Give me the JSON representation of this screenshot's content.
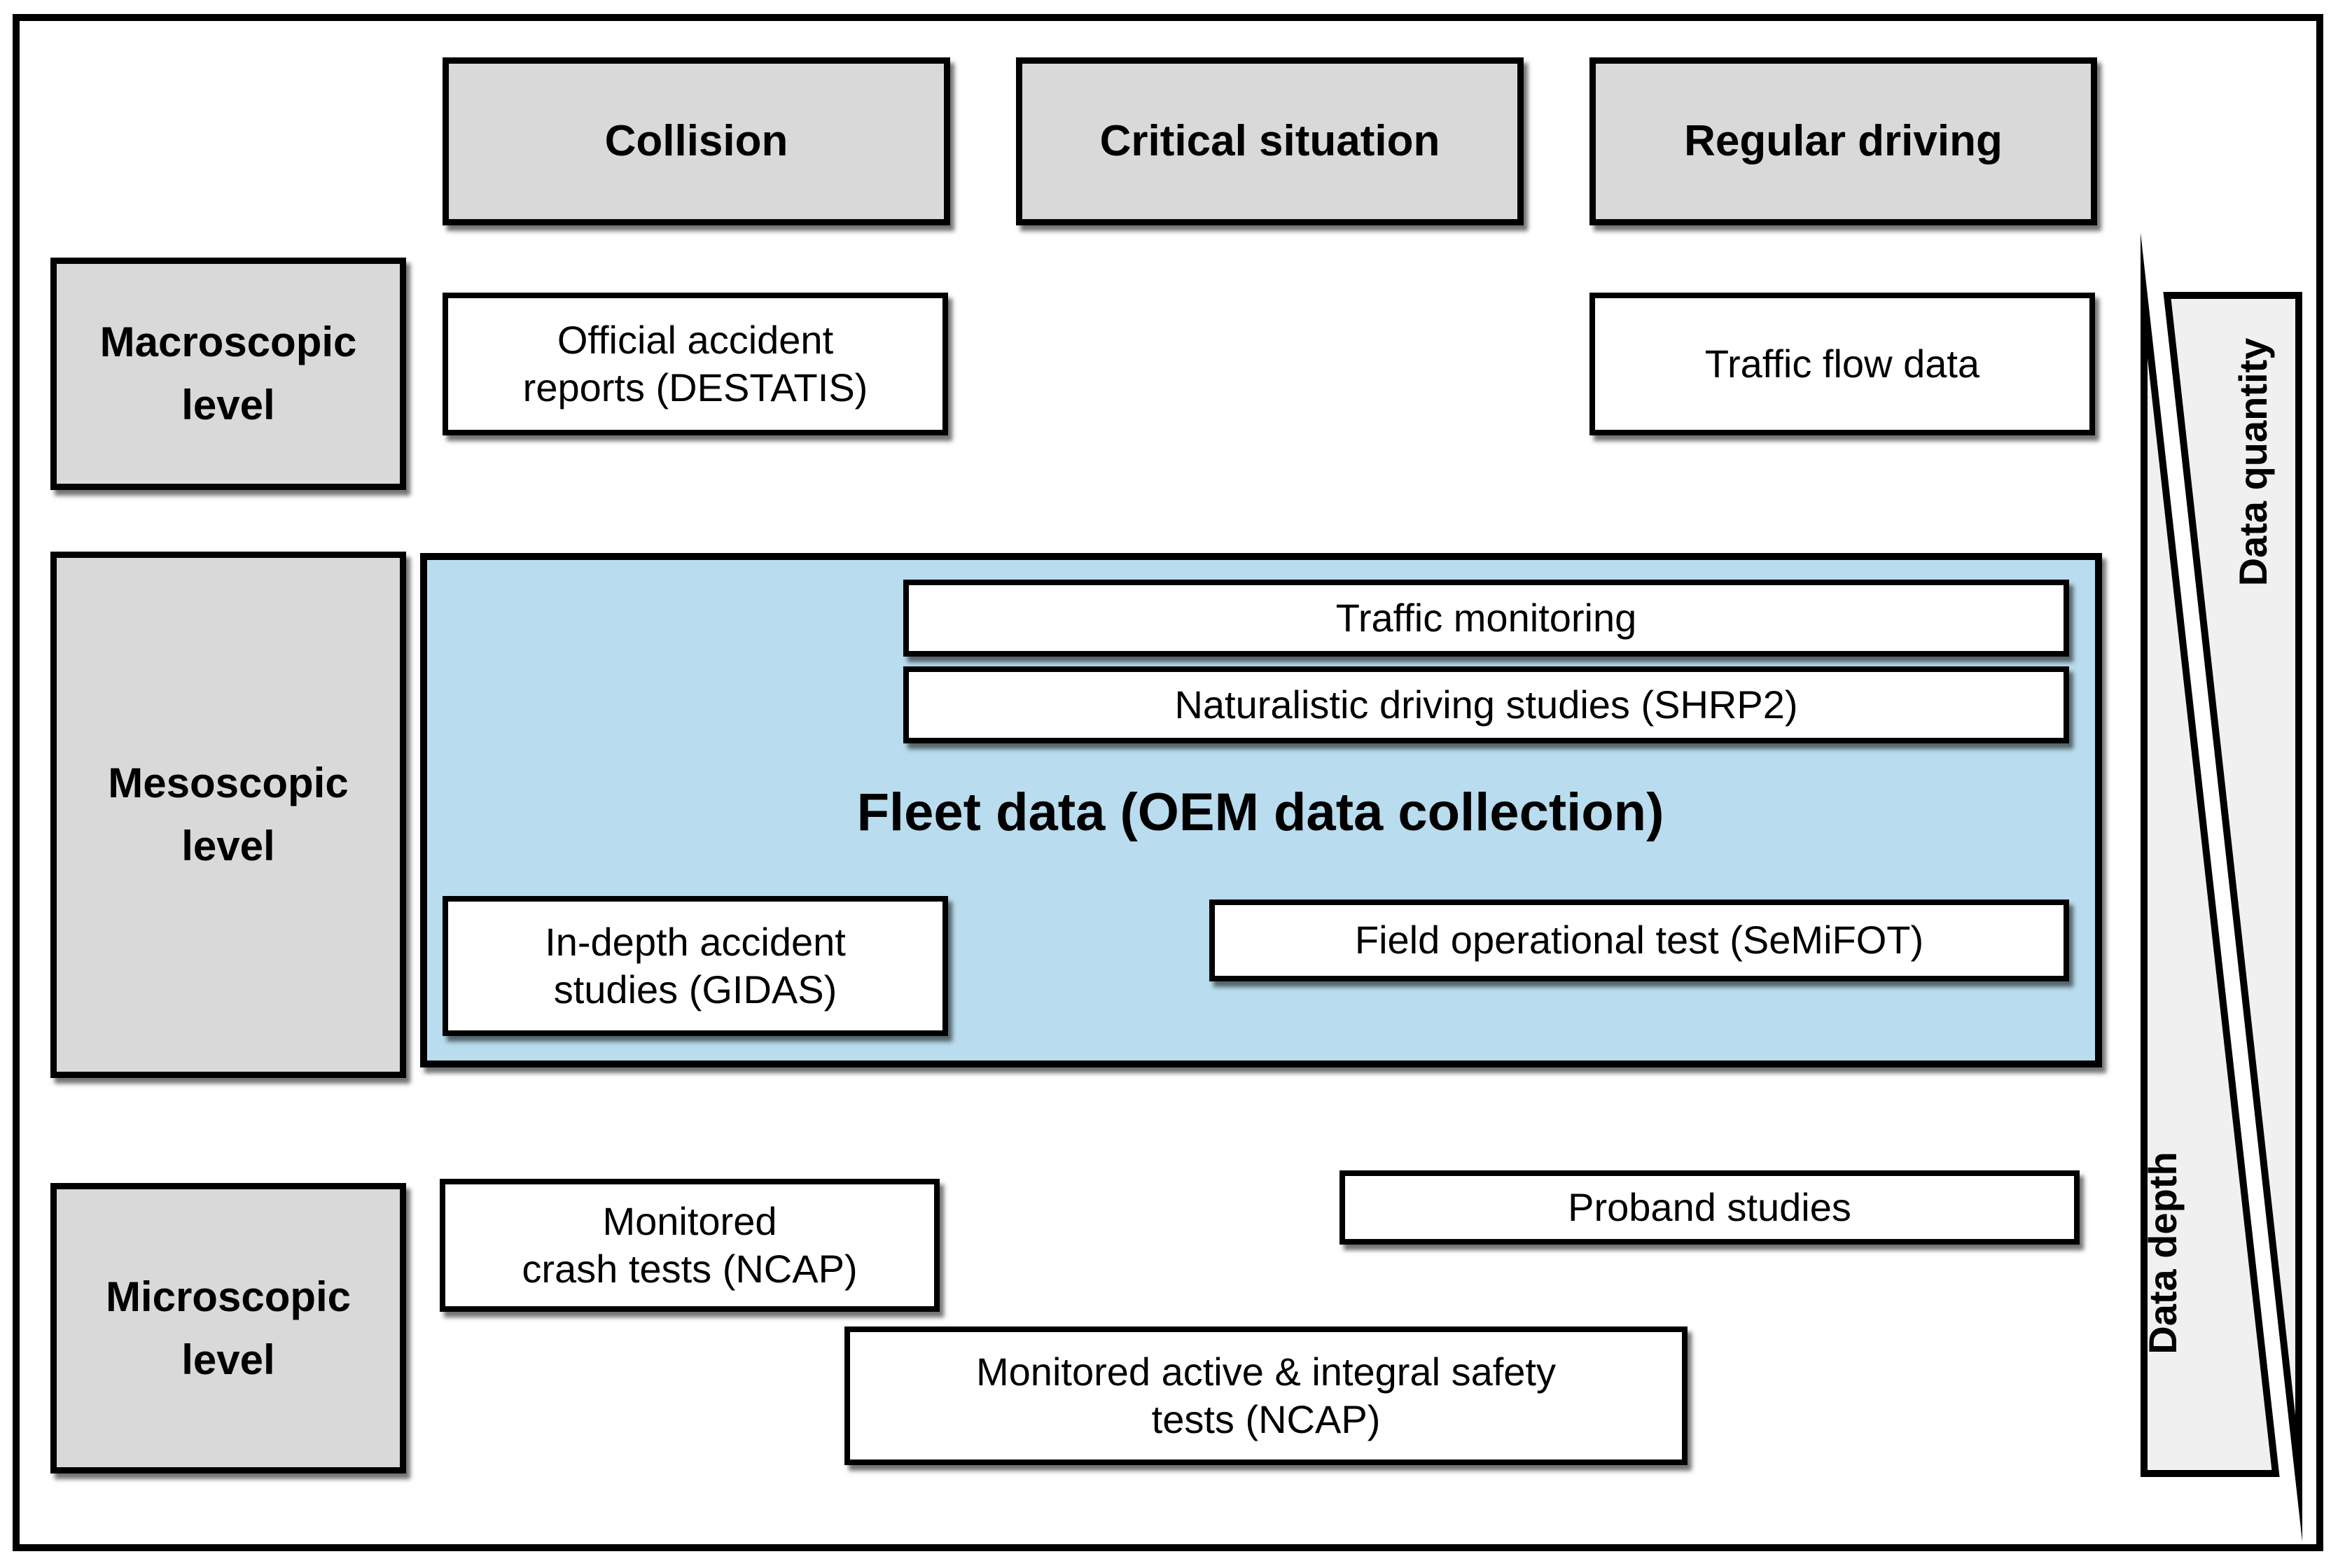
{
  "columns": [
    {
      "label": "Collision"
    },
    {
      "label": "Critical situation"
    },
    {
      "label": "Regular driving"
    }
  ],
  "levels": [
    {
      "label": "Macroscopic\nlevel"
    },
    {
      "label": "Mesoscopic\nlevel"
    },
    {
      "label": "Microscopic\nlevel"
    }
  ],
  "boxes": {
    "official": "Official accident\nreports (DESTATIS)",
    "traffic_flow": "Traffic flow data",
    "traffic_monitoring": "Traffic monitoring",
    "naturalistic": "Naturalistic driving studies (SHRP2)",
    "fleet": "Fleet data (OEM data collection)",
    "in_depth": "In-depth accident\nstudies (GIDAS)",
    "field_test": "Field operational test (SeMiFOT)",
    "crash_tests": "Monitored\ncrash tests (NCAP)",
    "proband": "Proband studies",
    "active_safety": "Monitored active & integral safety\ntests (NCAP)"
  },
  "axes": {
    "quantity": "Data quantity",
    "depth": "Data depth"
  },
  "colors": {
    "header_fill": "#d9d9d9",
    "level_fill": "#d9d9d9",
    "highlight_fill": "#b9dcee",
    "wedge_fill": "#f0f0f0",
    "border": "#000000",
    "background": "#ffffff"
  }
}
